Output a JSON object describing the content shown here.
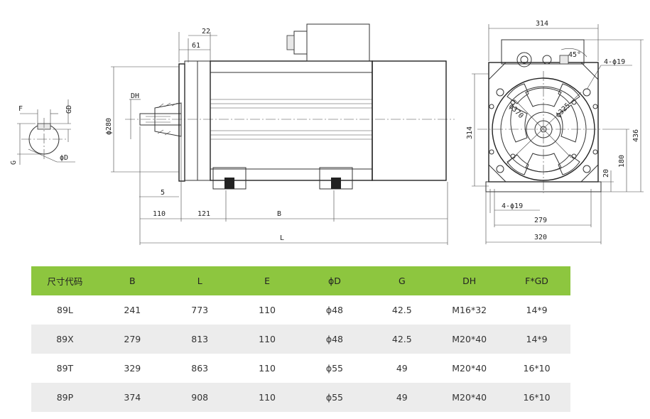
{
  "drawing": {
    "key_view": {
      "f": "F",
      "gd": "GD",
      "g": "G",
      "od": "ϕD"
    },
    "side_view": {
      "d22": "22",
      "d61": "61",
      "dh": "DH",
      "d280": "ϕ280",
      "d5": "5",
      "d110": "110",
      "d121": "121",
      "b": "B",
      "l": "L"
    },
    "end_view": {
      "w314": "314",
      "a45": "45°",
      "hole_top": "4-ϕ19",
      "d370": "ϕ370",
      "d325": "ϕ325",
      "h314": "314",
      "h436": "436",
      "h180": "180",
      "h20": "20",
      "hole_bottom": "4-ϕ19",
      "w279": "279",
      "w320": "320"
    }
  },
  "table": {
    "headers": [
      "尺寸代码",
      "B",
      "L",
      "E",
      "ϕD",
      "G",
      "DH",
      "F*GD"
    ],
    "rows": [
      [
        "89L",
        "241",
        "773",
        "110",
        "ϕ48",
        "42.5",
        "M16*32",
        "14*9"
      ],
      [
        "89X",
        "279",
        "813",
        "110",
        "ϕ48",
        "42.5",
        "M20*40",
        "14*9"
      ],
      [
        "89T",
        "329",
        "863",
        "110",
        "ϕ55",
        "49",
        "M20*40",
        "16*10"
      ],
      [
        "89P",
        "374",
        "908",
        "110",
        "ϕ55",
        "49",
        "M20*40",
        "16*10"
      ]
    ]
  }
}
